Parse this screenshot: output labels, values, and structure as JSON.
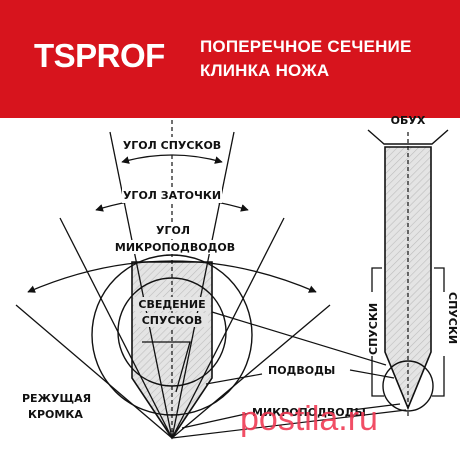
{
  "header": {
    "logo": "TSPROF",
    "title_line1": "ПОПЕРЕЧНОЕ СЕЧЕНИЕ",
    "title_line2": "КЛИНКА НОЖА",
    "background": "#d7141d"
  },
  "labels": {
    "ugol_spuskov": "УГОЛ СПУСКОВ",
    "ugol_zatochki": "УГОЛ ЗАТОЧКИ",
    "ugol_mikro_1": "УГОЛ",
    "ugol_mikro_2": "МИКРОПОДВОДОВ",
    "svedenie_1": "СВЕДЕНИЕ",
    "svedenie_2": "СПУСКОВ",
    "podvody": "ПОДВОДЫ",
    "mikropodvody": "МИКРОПОДВОДЫ",
    "rezhushchaya_1": "РЕЖУЩАЯ",
    "rezhushchaya_2": "КРОМКА",
    "obukh": "ОБУХ",
    "spuski_left": "СПУСКИ",
    "spuski_right": "СПУСКИ"
  },
  "watermark": "postila.ru"
}
